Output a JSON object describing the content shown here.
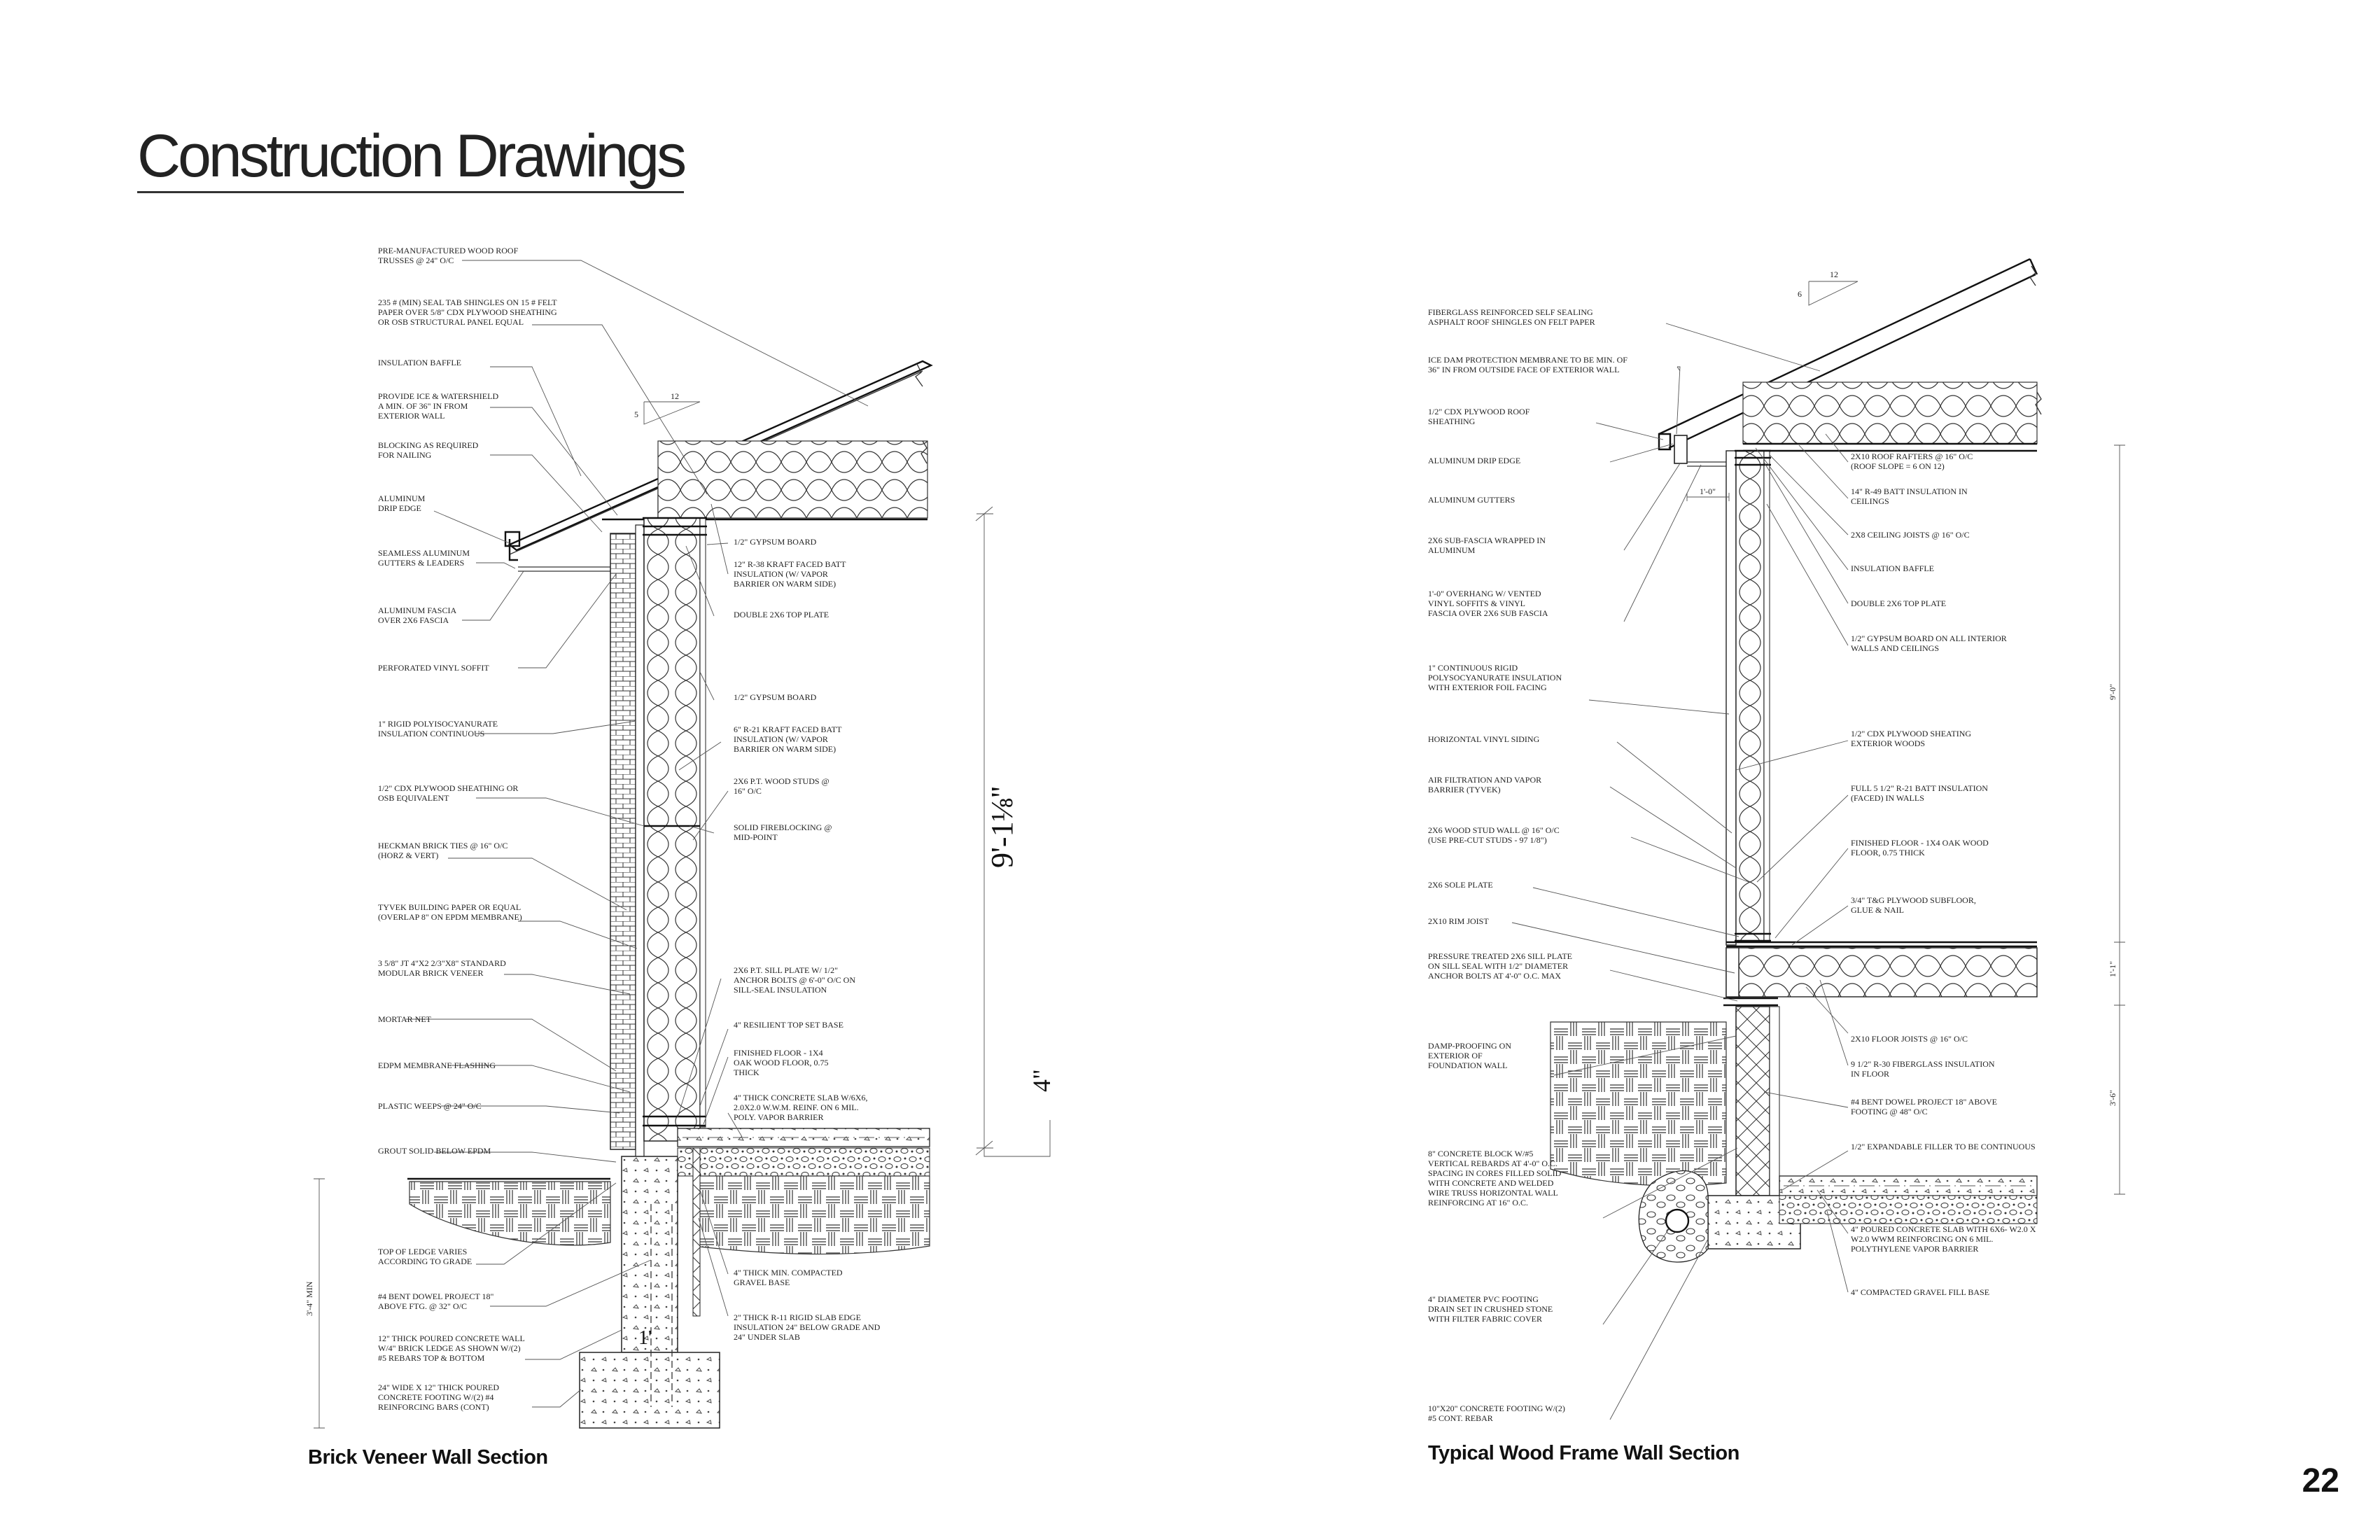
{
  "page": {
    "title": "Construction Drawings",
    "page_number": "22"
  },
  "brick_section": {
    "caption": "Brick Veneer Wall Section",
    "slope_run": "12",
    "slope_rise": "5",
    "dim_height": "9'-1⅛\"",
    "dim_4": "4\"",
    "dim_3_4": "3'-4\" MIN",
    "dim_1": "1'",
    "left_labels": [
      "PRE-MANUFACTURED WOOD ROOF|TRUSSES @ 24\" O/C",
      "235 # (MIN) SEAL TAB SHINGLES ON 15 # FELT|PAPER OVER 5/8\" CDX PLYWOOD SHEATHING|OR OSB STRUCTURAL PANEL EQUAL",
      "INSULATION BAFFLE",
      "PROVIDE ICE & WATERSHIELD|A MIN. OF 36\" IN FROM|EXTERIOR WALL",
      "BLOCKING AS REQUIRED|FOR NAILING",
      "ALUMINUM|DRIP EDGE",
      "SEAMLESS ALUMINUM|GUTTERS & LEADERS",
      "ALUMINUM FASCIA|OVER 2x6 FASCIA",
      "PERFORATED VINYL SOFFIT",
      "1\" RIGID POLYISOCYANURATE|INSULATION CONTINUOUS",
      "1/2\" CDX PLYWOOD SHEATHING OR|OSB EQUIVALENT",
      "HECKMAN BRICK TIES @ 16\" O/C|(HORZ & VERT)",
      "TYVEK BUILDING PAPER OR EQUAL|(OVERLAP 8\" ON EPDM MEMBRANE)",
      "3 5/8\" JT 4\"x2 2/3\"x8\" STANDARD|MODULAR BRICK VENEER",
      "MORTAR NET",
      "EDPM MEMBRANE FLASHING",
      "PLASTIC WEEPS @ 24\" O/C",
      "GROUT SOLID BELOW EPDM",
      "TOP OF LEDGE VARIES|ACCORDING TO GRADE",
      "#4 BENT DOWEL PROJECT 18\"|ABOVE FTG. @ 32\" O/C",
      "12\" THICK POURED CONCRETE WALL|W/4\" BRICK LEDGE AS SHOWN W/(2)|#5 REBARS TOP & BOTTOM",
      "24\" WIDE x 12\" THICK POURED|CONCRETE FOOTING W/(2) #4|REINFORCING BARS (CONT)"
    ],
    "right_labels": [
      "1/2\" GYPSUM BOARD",
      "12\" R-38 KRAFT FACED BATT|INSULATION (W/ VAPOR|BARRIER ON WARM SIDE)",
      "DOUBLE 2x6 TOP PLATE",
      "1/2\" GYPSUM BOARD",
      "6\" R-21 KRAFT FACED BATT|INSULATION (W/ VAPOR|BARRIER ON WARM SIDE)",
      "2x6 P.T. WOOD STUDS @|16\" O/C",
      "SOLID FIREBLOCKING @|MID-POINT",
      "2x6 P.T. SILL PLATE W/ 1/2\"|ANCHOR BOLTS @ 6'-0\" O/C ON|SILL-SEAL INSULATION",
      "4\" RESILIENT TOP SET BASE",
      "FINISHED FLOOR - 1x4|OAK WOOD FLOOR, 0.75|THICK",
      "4\" THICK CONCRETE SLAB W/6x6,|2.0X2.0 W.W.M. REINF. ON 6 MIL.|POLY. VAPOR BARRIER",
      "4\" THICK MIN. COMPACTED|GRAVEL BASE",
      "2\" THICK R-11 RIGID SLAB EDGE|INSULATION 24\" BELOW GRADE AND|24\" UNDER SLAB"
    ]
  },
  "wood_section": {
    "caption": "Typical Wood Frame Wall Section",
    "slope_run": "12",
    "slope_rise": "6",
    "dim_1": "9'-0\"",
    "dim_2": "1'-1\"",
    "dim_3": "3'-6\"",
    "dim_overhang": "1'-0\"",
    "left_labels": [
      "FIBERGLASS REINFORCED SELF SEALING|ASPHALT ROOF SHINGLES ON FELT PAPER",
      "ICE DAM PROTECTION MEMBRANE TO BE MIN. OF|36\" IN FROM OUTSIDE FACE OF EXTERIOR WALL",
      "1/2\" CDX PLYWOOD ROOF|SHEATHING",
      "ALUMINUM DRIP EDGE",
      "ALUMINUM GUTTERS",
      "2x6 SUB-FASCIA WRAPPED IN|ALUMINUM",
      "1'-0\" OVERHANG W/ VENTED|VINYL SOFFITS & VINYL|FASCIA OVER 2x6 SUB FASCIA",
      "1\" CONTINUOUS RIGID|POLYSOCYANURATE INSULATION|WITH EXTERIOR FOIL FACING",
      "HORIZONTAL VINYL SIDING",
      "AIR FILTRATION AND VAPOR|BARRIER (TYVEK)",
      "2x6 WOOD STUD WALL @ 16\" O/C|(USE PRE-CUT STUDS - 97 1/8\")",
      "2x6 SOLE PLATE",
      "2x10 RIM JOIST",
      "PRESSURE TREATED 2x6 SILL PLATE|ON SILL SEAL WITH 1/2\" DIAMETER|ANCHOR BOLTS AT 4'-0\" O.C. MAX",
      "DAMP-PROOFING ON|EXTERIOR OF|FOUNDATION WALL",
      "8\" CONCRETE BLOCK W/#5|VERTICAL REBARDS AT 4'-0\" O.C.|SPACING IN CORES FILLED SOLID|WITH CONCRETE AND WELDED|WIRE TRUSS HORIZONTAL WALL|REINFORCING AT 16\" O.C.",
      "4\" DIAMETER PVC FOOTING|DRAIN SET IN CRUSHED STONE|WITH FILTER FABRIC COVER",
      "10\"x20\" CONCRETE FOOTING W/(2)|#5 CONT. REBAR"
    ],
    "right_labels": [
      "2x10 ROOF RAFTERS @ 16\" O/C|(ROOF SLOPE = 6 ON 12)",
      "14\" R-49 BATT INSULATION IN|CEILINGS",
      "2x8 CEILING JOISTS @ 16\" O/C",
      "INSULATION BAFFLE",
      "DOUBLE 2x6 TOP PLATE",
      "1/2\" GYPSUM BOARD ON ALL INTERIOR|WALLS AND CEILINGS",
      "1/2\" CDX PLYWOOD SHEATING|EXTERIOR WOODS",
      "FULL 5 1/2\" R-21 BATT INSULATION|(FACED) IN WALLS",
      "FINISHED FLOOR - 1x4 OAK WOOD|FLOOR, 0.75 THICK",
      "3/4\" T&G PLYWOOD SUBFLOOR,|GLUE & NAIL",
      "2x10 FLOOR JOISTS @ 16\" O/C",
      "9 1/2\" R-30 FIBERGLASS INSULATION|IN FLOOR",
      "#4 BENT DOWEL PROJECT 18\" ABOVE|FOOTING @ 48\" O/C",
      "1/2\" EXPANDABLE FILLER TO BE CONTINUOUS",
      "4\" POURED CONCRETE SLAB WITH 6x6- W2.0 x|W2.0 WWM REINFORCING ON 6 MIL.|POLYTHYLENE VAPOR BARRIER",
      "4\" COMPACTED GRAVEL FILL BASE"
    ]
  }
}
